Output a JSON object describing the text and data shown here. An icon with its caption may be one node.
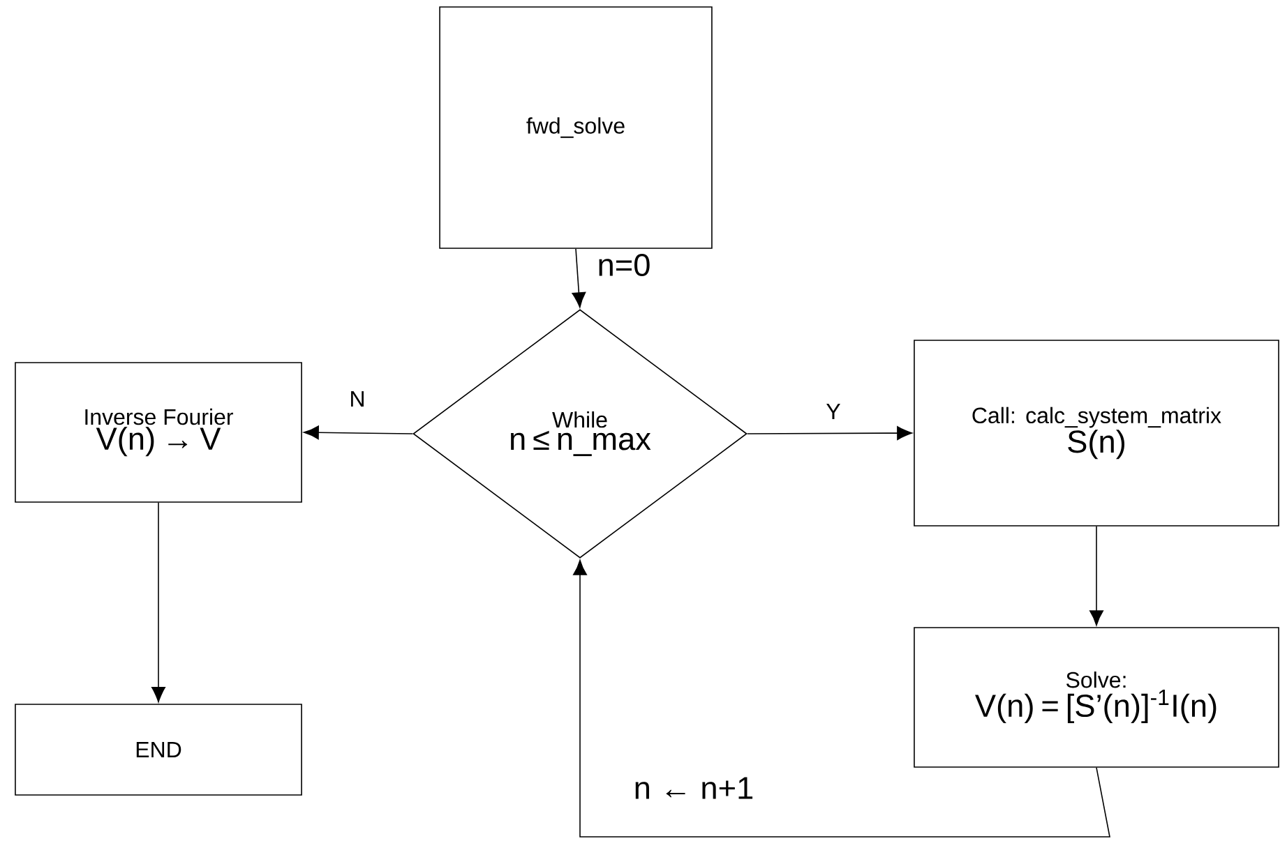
{
  "diagram": {
    "nodes": [
      {
        "text": [
          "fwd_solve"
        ]
      },
      {
        "text": [
          "While",
          "n ≤ n_max"
        ]
      },
      {
        "text": [
          "Inverse Fourier",
          "V(n) → V"
        ]
      },
      {
        "text": [
          "Call: calc_system_matrix",
          "S(n)"
        ]
      },
      {
        "text": [
          "Solve:",
          "V(n) = [S’(n)]$^{-1}$I(n)"
        ]
      },
      {
        "text": [
          "END"
        ]
      }
    ],
    "edges": [
      {
        "from": 0,
        "to": 1,
        "arrow": "to",
        "label": "n=0"
      },
      {
        "from": 1,
        "to": 2,
        "arrow": "to",
        "label": "N"
      },
      {
        "from": 1,
        "to": 3,
        "arrow": "to",
        "label": "Y"
      },
      {
        "from": 3,
        "to": 4,
        "arrow": "to"
      },
      {
        "from": 4,
        "to": 1,
        "arrow": "to",
        "label": "n ← n+1"
      },
      {
        "from": 2,
        "to": 5,
        "arrow": "to"
      }
    ]
  }
}
